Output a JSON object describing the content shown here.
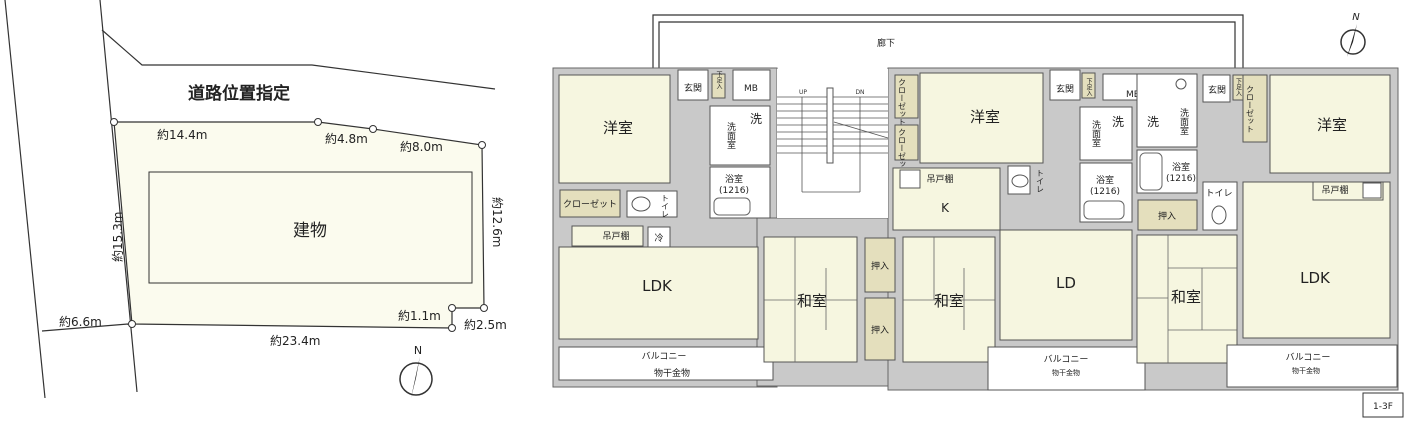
{
  "site_plan": {
    "road_label": "道路位置指定",
    "building_label": "建物",
    "dimensions": [
      "約14.4m",
      "約4.8m",
      "約8.0m",
      "約12.6m",
      "約15.3m",
      "約6.6m",
      "約23.4m",
      "約1.1m",
      "約2.5m"
    ],
    "north_label": "N"
  },
  "floor_plan": {
    "corridor": "廊下",
    "stairs_up": "UP",
    "stairs_down": "DN",
    "north_label": "N",
    "floor_badge": "1-3F",
    "left_unit": {
      "western_room": "洋室",
      "entrance": "玄関",
      "shoe_box": "下足入",
      "mb": "MB",
      "washroom": "洗面室",
      "washer": "洗",
      "bath": "浴室",
      "bath_size": "(1216)",
      "closet": "クローゼット",
      "toilet": "トイレ",
      "cupboard": "吊戸棚",
      "fridge": "冷",
      "ldk": "LDK",
      "balcony": "バルコニー",
      "drying_rack": "物干金物"
    },
    "middle_unit": {
      "closet_1": "クローゼット",
      "closet_2": "クローゼット",
      "western_room": "洋室",
      "kitchen": "K",
      "cupboard": "吊戸棚",
      "japanese_room_1": "和室",
      "japanese_room_2": "和室",
      "oshiire_1": "押入",
      "oshiire_2": "押入",
      "entrance": "玄関",
      "shoe_box": "下足入",
      "mb": "MB",
      "washroom": "洗面室",
      "washer": "洗",
      "bath": "浴室",
      "bath_size": "(1216)",
      "toilet": "トイレ",
      "ld": "LD",
      "balcony": "バルコニー",
      "drying_rack": "物干金物"
    },
    "right_unit": {
      "washroom": "洗面室",
      "washer": "洗",
      "bath": "浴室",
      "bath_size": "(1216)",
      "oshiire": "押入",
      "toilet": "トイレ",
      "entrance": "玄関",
      "shoe_box": "下足入",
      "closet": "クローゼット",
      "western_room": "洋室",
      "ldk": "LDK",
      "cupboard": "吊戸棚",
      "japanese_room": "和室",
      "balcony": "バルコニー",
      "drying_rack": "物干金物"
    }
  }
}
